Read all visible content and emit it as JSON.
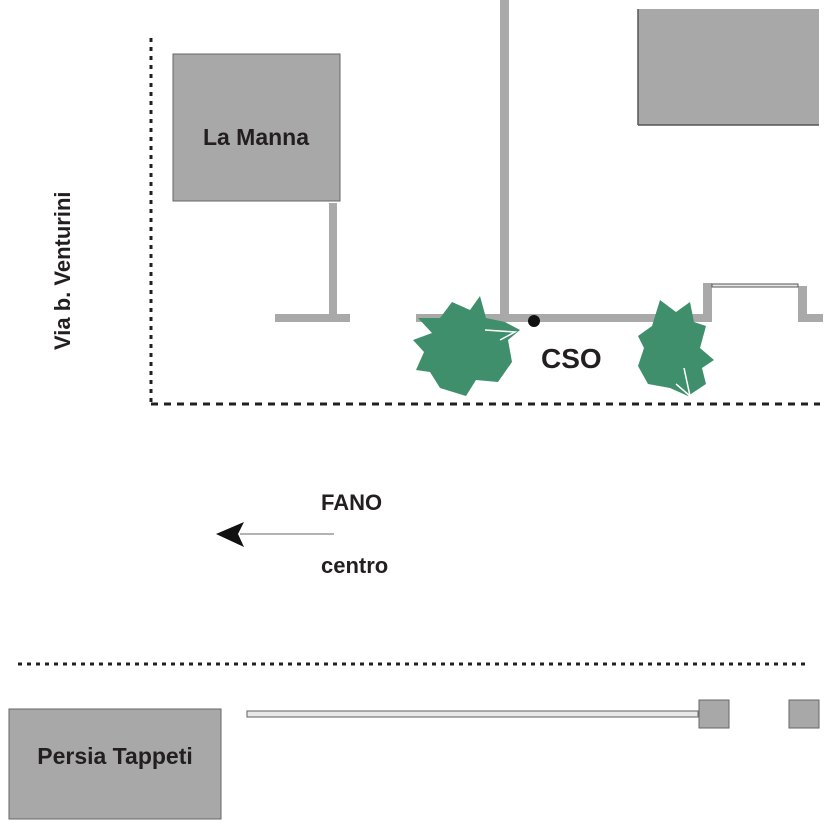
{
  "map": {
    "street_label": "Via b. Venturini",
    "buildings": [
      {
        "id": "la-manna",
        "label": "La Manna"
      },
      {
        "id": "top-right-building",
        "label": ""
      },
      {
        "id": "persia-tappeti",
        "label": "Persia Tappeti"
      }
    ],
    "marker": {
      "label": "CSO"
    },
    "direction": {
      "destination": "FANO",
      "sub_label": "centro",
      "arrow": "left-arrow"
    },
    "colors": {
      "building_fill": "#a8a8a8",
      "wall": "#a9a9a9",
      "tree": "#3f8f6c",
      "text": "#231f20",
      "dotted_line": "#231f20"
    }
  }
}
